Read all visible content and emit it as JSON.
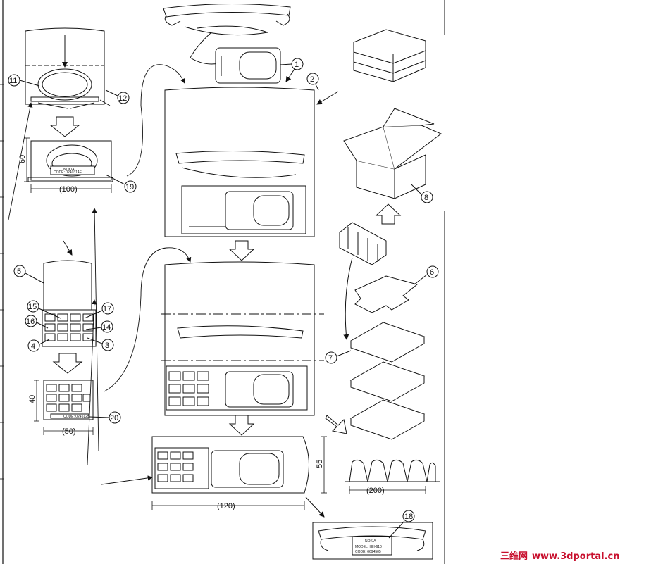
{
  "callouts": {
    "c1": "1",
    "c2": "2",
    "c3": "3",
    "c4": "4",
    "c5": "5",
    "c6": "6",
    "c7": "7",
    "c8": "8",
    "c11": "11",
    "c12": "12",
    "c14": "14",
    "c15": "15",
    "c16": "16",
    "c17": "17",
    "c18": "18",
    "c19": "19",
    "c20": "20"
  },
  "dimensions": {
    "d60": "60",
    "d100": "(100)",
    "d40": "40",
    "d50": "(50)",
    "d55": "55",
    "d120": "(120)",
    "d200": "(200)"
  },
  "labels": {
    "nokia": "NOKIA",
    "code_top": "CODE: 0240314F",
    "code_mid": "CODE: 0245125",
    "model": "MODEL: HH-610",
    "code_bottom": "CODE: 0694505"
  },
  "watermark": {
    "cn": "三维网",
    "url": "www.3dportal.cn",
    "color_cn": "#c8102e",
    "color_url": "#c8102e"
  }
}
